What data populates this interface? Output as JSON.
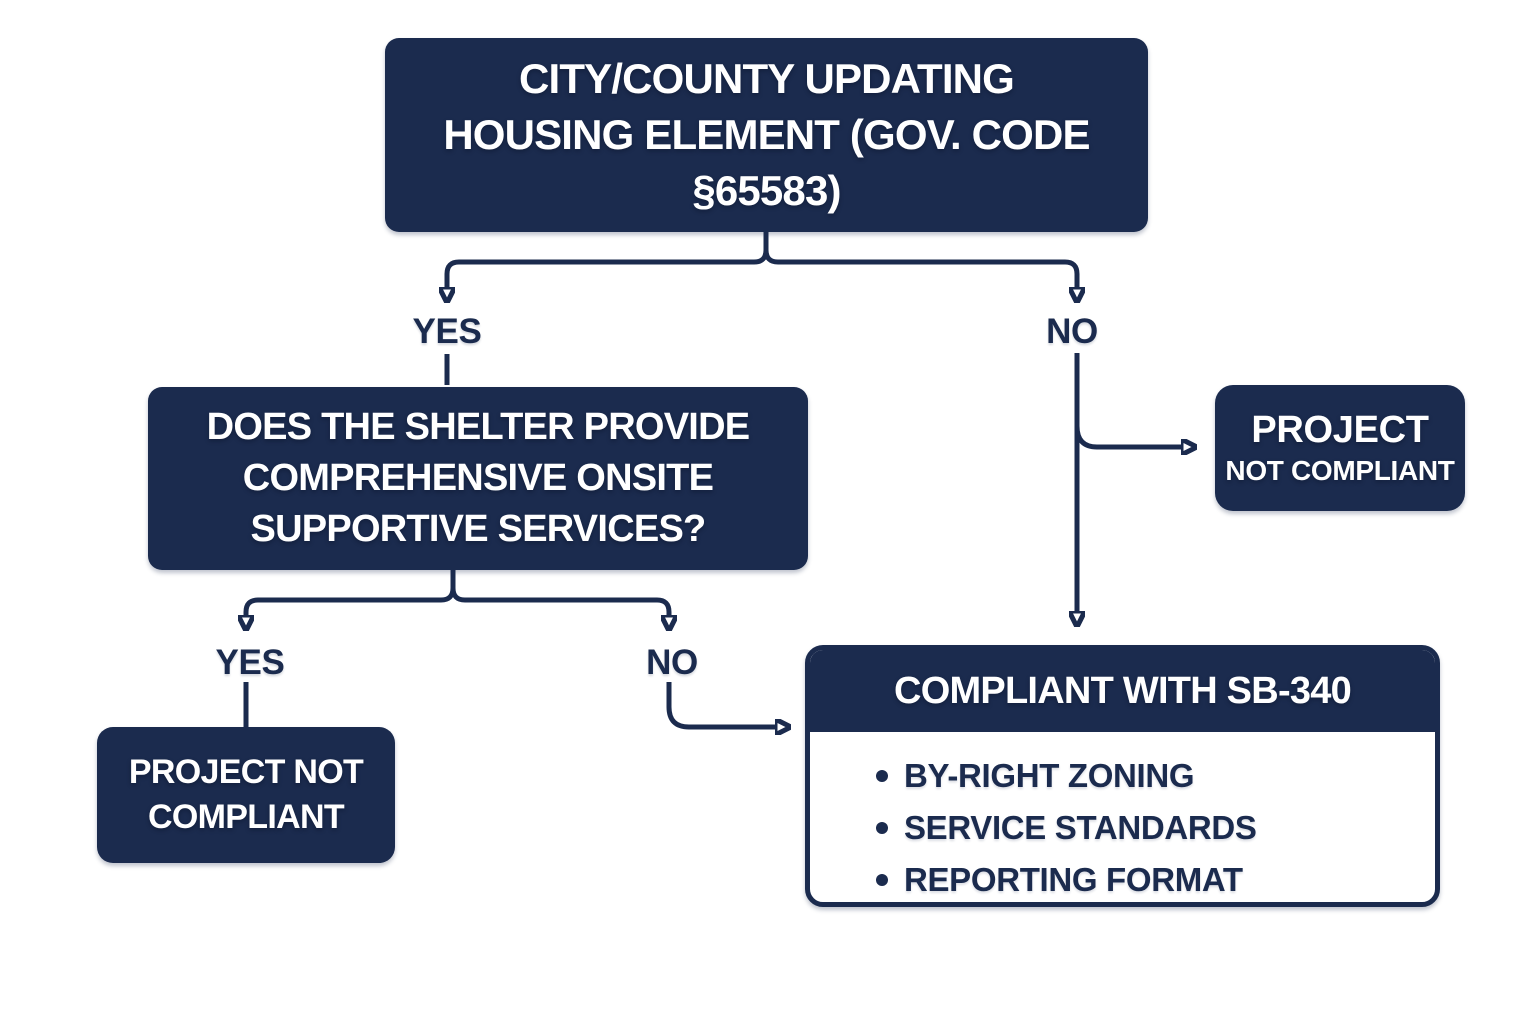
{
  "colors": {
    "navy": "#1B2B4E",
    "white": "#FFFFFF"
  },
  "flowchart": {
    "root": {
      "lines": [
        "CITY/COUNTY UPDATING",
        "HOUSING ELEMENT (GOV. CODE",
        "§65583)"
      ]
    },
    "branch1": {
      "yes": "YES",
      "no": "NO"
    },
    "question": {
      "lines": [
        "DOES THE SHELTER PROVIDE",
        "COMPREHENSIVE ONSITE",
        "SUPPORTIVE SERVICES?"
      ]
    },
    "branch2": {
      "yes": "YES",
      "no": "NO"
    },
    "project_not_compliant_left": {
      "lines": [
        "PROJECT NOT",
        "COMPLIANT"
      ]
    },
    "project_not_compliant_right": {
      "lines": [
        "PROJECT",
        "NOT COMPLIANT"
      ]
    },
    "compliant": {
      "title": "COMPLIANT WITH SB-340",
      "bullets": [
        "BY-RIGHT ZONING",
        "SERVICE STANDARDS",
        "REPORTING FORMAT"
      ]
    }
  }
}
